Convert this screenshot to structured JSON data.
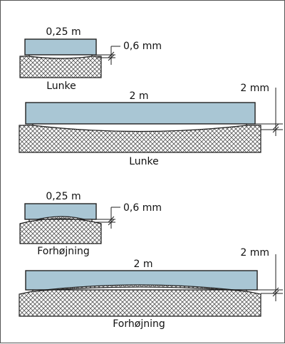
{
  "panels": [
    {
      "span": "0,25 m",
      "deviation": "0,6 mm",
      "caption": "Lunke"
    },
    {
      "span": "2 m",
      "deviation": "2 mm",
      "caption": "Lunke"
    },
    {
      "span": "0,25 m",
      "deviation": "0,6 mm",
      "caption": "Forhøjning"
    },
    {
      "span": "2 m",
      "deviation": "2 mm",
      "caption": "Forhøjning"
    }
  ],
  "colors": {
    "beam": "#a9c6d4",
    "outline": "#222222",
    "hatch": "#555555"
  }
}
